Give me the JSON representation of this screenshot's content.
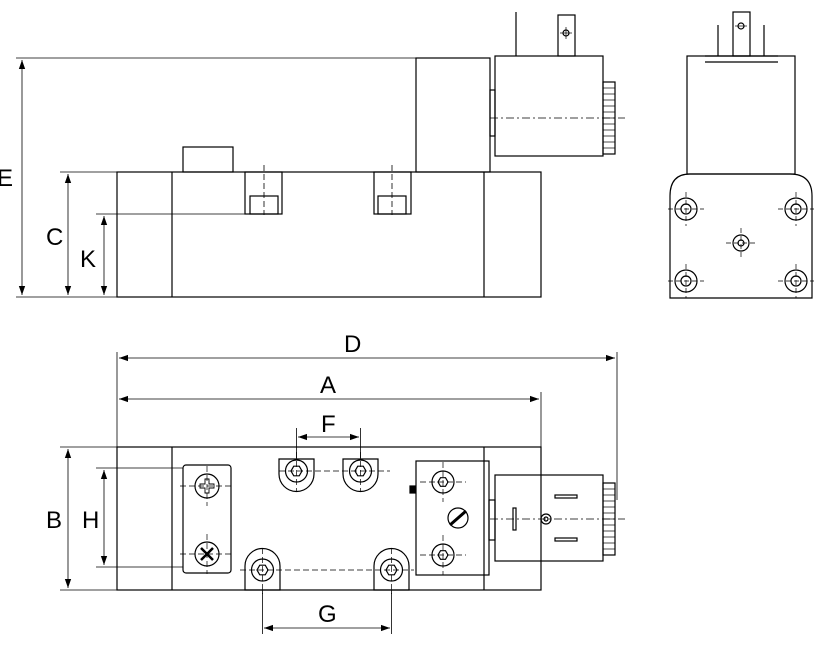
{
  "dimensions": {
    "A": "A",
    "B": "B",
    "C": "C",
    "D": "D",
    "E": "E",
    "F": "F",
    "G": "G",
    "H": "H",
    "K": "K"
  },
  "colors": {
    "line": "#000000",
    "background": "#ffffff"
  }
}
